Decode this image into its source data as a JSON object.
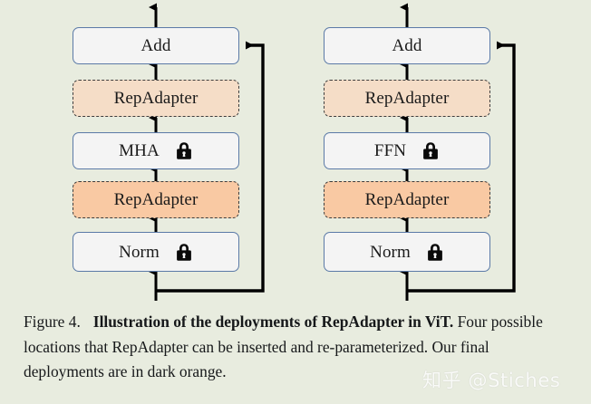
{
  "figure": {
    "background_color": "#e8ecdf",
    "box_fill": "#f4f4f4",
    "box_border": "#5b7aa7",
    "adapter_light_fill": "#f5ddc7",
    "adapter_dark_fill": "#f9c9a3",
    "adapter_border": "#3d3d3d",
    "arrow_color": "#000000"
  },
  "columns": [
    {
      "name": "mha-branch",
      "blocks": [
        {
          "label": "Add",
          "type": "solid",
          "locked": false
        },
        {
          "label": "RepAdapter",
          "type": "dashed-light",
          "locked": false
        },
        {
          "label": "MHA",
          "type": "solid",
          "locked": true
        },
        {
          "label": "RepAdapter",
          "type": "dashed-dark",
          "locked": false
        },
        {
          "label": "Norm",
          "type": "solid",
          "locked": true
        }
      ]
    },
    {
      "name": "ffn-branch",
      "blocks": [
        {
          "label": "Add",
          "type": "solid",
          "locked": false
        },
        {
          "label": "RepAdapter",
          "type": "dashed-light",
          "locked": false
        },
        {
          "label": "FFN",
          "type": "solid",
          "locked": true
        },
        {
          "label": "RepAdapter",
          "type": "dashed-dark",
          "locked": false
        },
        {
          "label": "Norm",
          "type": "solid",
          "locked": true
        }
      ]
    }
  ],
  "caption": {
    "prefix": "Figure 4.",
    "bold_title": "Illustration of the deployments of RepAdapter in ViT.",
    "body": " Four possible locations that RepAdapter can be inserted and re-parameterized. Our final deployments are in dark orange."
  },
  "watermark": {
    "text": "知乎 @Stiches"
  }
}
